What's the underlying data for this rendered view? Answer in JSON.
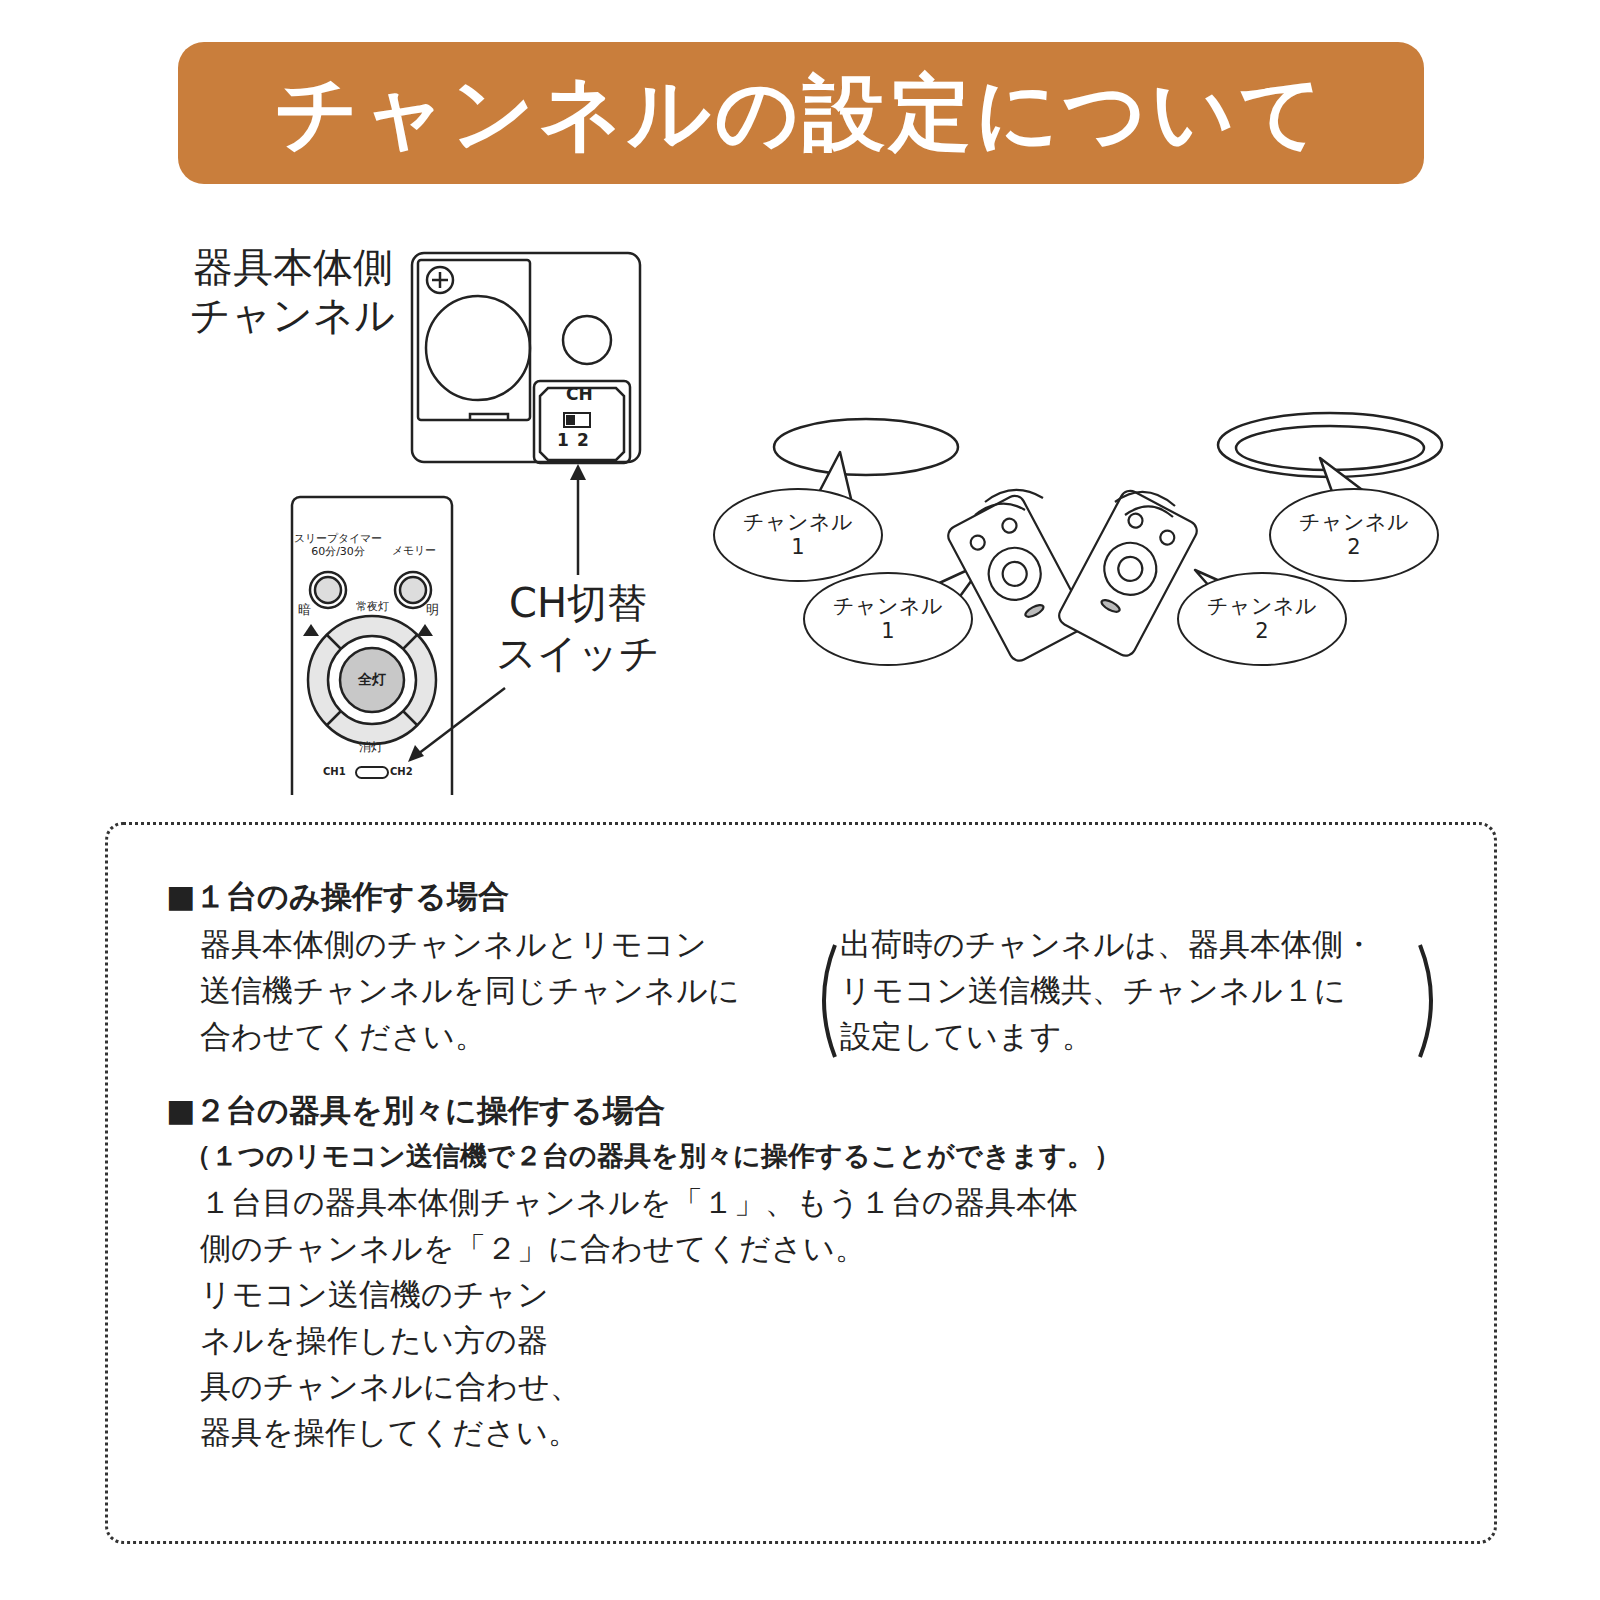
{
  "diagram": {
    "title": "チャンネルの設定について",
    "nodes": [
      {
        "text": [
          "チャンネル 1"
        ]
      },
      {
        "text": [
          "チャンネル 2"
        ]
      },
      {
        "text": [
          "チャンネル 1"
        ]
      },
      {
        "text": [
          "チャンネル 2"
        ]
      },
      {
        "text": [
          "■１台のみ操作する場合",
          "器具本体側のチャンネルとリモコン 送信機チャンネルを同じチャンネルに 合わせてください。",
          "出荷時のチャンネルは、器具本体側・ リモコン送信機共、チャンネル１に 設定しています。",
          "■２台の器具を別々に操作する場合",
          "（１つのリモコン送信機で２台の器具を別々に操作することができます。）",
          "１台目の器具本体側チャンネルを「１」、もう１台の器具本体 側のチャンネルを「２」に合わせてください。",
          "リモコン送信機のチャン ネルを操作したい方の器 具のチャンネルに合わせ、 器具を操作してください。"
        ]
      }
    ],
    "labels": [
      "器具本体側 チャンネル",
      "CH",
      "1",
      "2",
      "CH切替 スイッチ",
      "スリープタイマー 60分/30分",
      "メモリー",
      "常夜灯",
      "暗",
      "明",
      "全灯",
      "消灯",
      "CH1",
      "CH2"
    ]
  }
}
